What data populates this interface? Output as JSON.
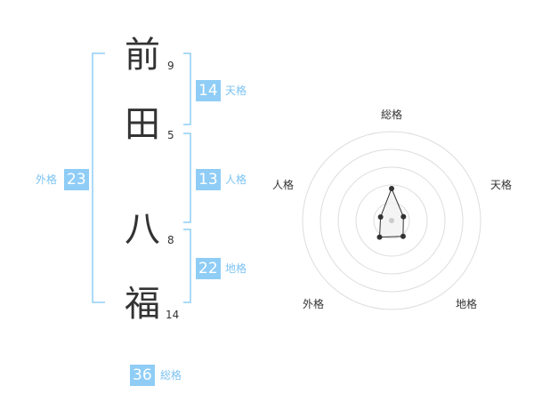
{
  "name": {
    "chars": [
      {
        "char": "前",
        "strokes": "9"
      },
      {
        "char": "田",
        "strokes": "5"
      },
      {
        "char": "八",
        "strokes": "8"
      },
      {
        "char": "福",
        "strokes": "14"
      }
    ]
  },
  "fortune": {
    "tenkaku": {
      "value": "14",
      "label": "天格"
    },
    "jinkaku": {
      "value": "13",
      "label": "人格"
    },
    "chikaku": {
      "value": "22",
      "label": "地格"
    },
    "gaikaku": {
      "value": "23",
      "label": "外格"
    },
    "soukaku": {
      "value": "36",
      "label": "総格"
    }
  },
  "colors": {
    "accent": "#8fcdf6",
    "accent_text": "#7cc3f2",
    "bracket": "#8fcdf6",
    "ring": "#dddddd",
    "fill": "#f2f2f2",
    "line": "#333333"
  },
  "chart_data": {
    "type": "radar",
    "axes": [
      "総格",
      "天格",
      "地格",
      "外格",
      "人格"
    ],
    "values": [
      36,
      14,
      22,
      23,
      13
    ],
    "rings": 5,
    "scale_max": 100
  }
}
